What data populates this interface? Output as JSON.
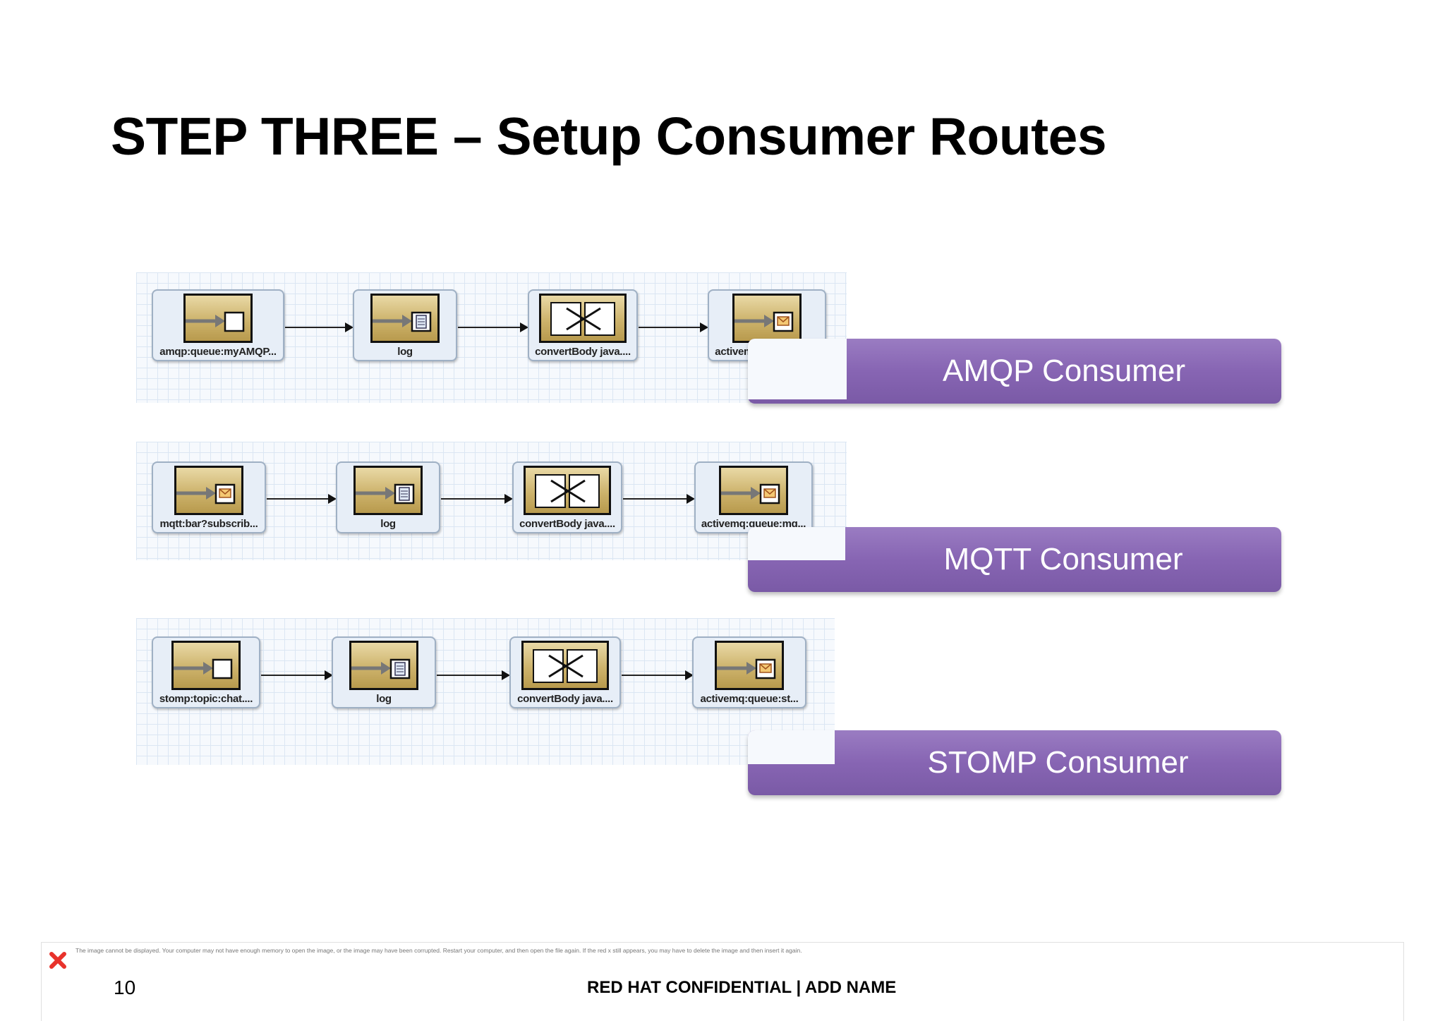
{
  "slide": {
    "title": "STEP THREE – Setup Consumer Routes"
  },
  "routes": [
    {
      "consumer_label": "AMQP Consumer",
      "nodes": [
        {
          "caption": "amqp:queue:myAMQP...",
          "icon": "endpoint-consumer-icon"
        },
        {
          "caption": "log",
          "icon": "log-icon"
        },
        {
          "caption": "convertBody java....",
          "icon": "convert-body-icon"
        },
        {
          "caption": "activemq:queue:am...",
          "icon": "endpoint-producer-icon"
        }
      ]
    },
    {
      "consumer_label": "MQTT Consumer",
      "nodes": [
        {
          "caption": "mqtt:bar?subscrib...",
          "icon": "endpoint-message-icon"
        },
        {
          "caption": "log",
          "icon": "log-icon"
        },
        {
          "caption": "convertBody java....",
          "icon": "convert-body-icon"
        },
        {
          "caption": "activemq:queue:mq...",
          "icon": "endpoint-producer-icon"
        }
      ]
    },
    {
      "consumer_label": "STOMP Consumer",
      "nodes": [
        {
          "caption": "stomp:topic:chat....",
          "icon": "endpoint-consumer-icon"
        },
        {
          "caption": "log",
          "icon": "log-icon"
        },
        {
          "caption": "convertBody java....",
          "icon": "convert-body-icon"
        },
        {
          "caption": "activemq:queue:st...",
          "icon": "endpoint-producer-icon"
        }
      ]
    }
  ],
  "footer": {
    "broken_image_text": "The image cannot be displayed. Your computer may not have enough memory to open the image, or the image may have been corrupted. Restart your computer, and then open the file again. If the red x still appears, you may have to delete the image and then insert it again.",
    "page_number": "10",
    "confidential": "RED HAT CONFIDENTIAL | ADD NAME"
  },
  "colors": {
    "banner": "#8765b3",
    "tile": "#cdb36c",
    "grid": "#dbe6f3",
    "broken_x": "#e8322b"
  }
}
